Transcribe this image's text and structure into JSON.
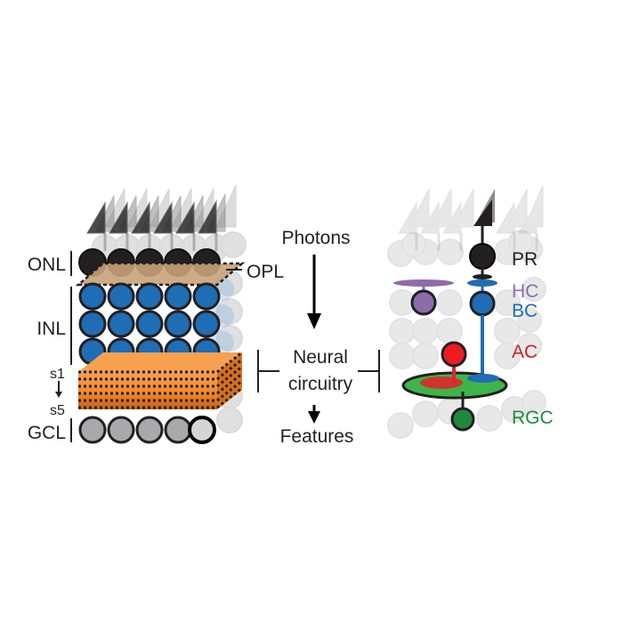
{
  "left_panel": {
    "layer_labels": {
      "onl": "ONL",
      "opl": "OPL",
      "inl": "INL",
      "s1": "s1",
      "s5": "s5",
      "gcl": "GCL"
    }
  },
  "middle_panel": {
    "photons": "Photons",
    "neural_line1": "Neural",
    "neural_line2": "circuitry",
    "features": "Features"
  },
  "right_panel": {
    "cell_labels": {
      "pr": "PR",
      "hc": "HC",
      "bc": "BC",
      "ac": "AC",
      "rgc": "RGC"
    }
  },
  "colors": {
    "photoreceptor": "#231f20",
    "horizontal_cell": "#8e6bab",
    "bipolar_cell": "#1f6db5",
    "amacrine_cell": "#e0262c",
    "ganglion_cell": "#1f8a3c",
    "ipl_orange": "#f58a2b",
    "opl_tan": "#c9a27a",
    "gcl_gray": "#a7a9ac",
    "label_red": "#c1272d",
    "label_purple": "#8e6bab",
    "label_blue": "#1f6db5",
    "label_green": "#1f8a3c"
  }
}
